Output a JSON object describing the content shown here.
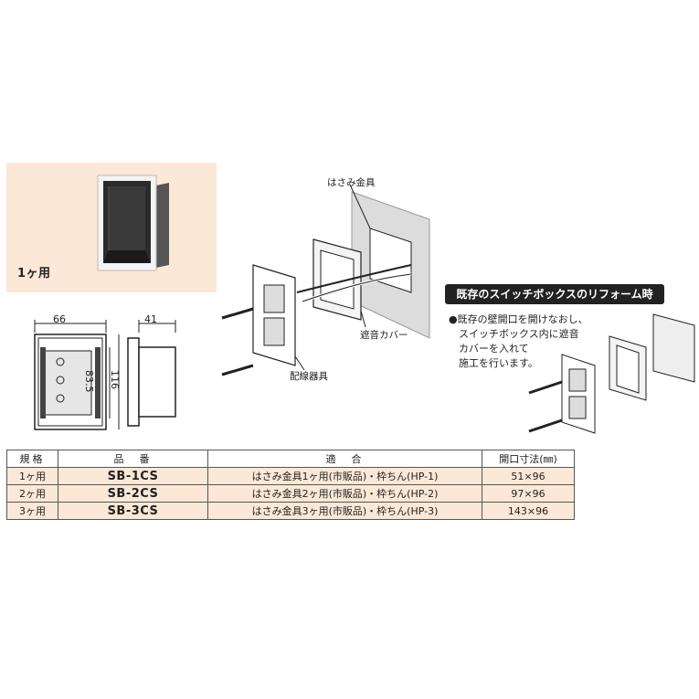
{
  "photo": {
    "label": "1ヶ用"
  },
  "dimensions": {
    "width": "66",
    "depth": "41",
    "inner_height": "83.5",
    "outer_height": "116"
  },
  "diagram": {
    "clamp_label": "はさみ金具",
    "cover_label": "遮音カバー",
    "device_label": "配線器具"
  },
  "reform": {
    "title": "既存のスイッチボックスのリフォーム時",
    "lines": [
      "●既存の壁開口を開けなおし、",
      "スイッチボックス内に遮音",
      "カバーを入れて",
      "施工を行います。"
    ]
  },
  "table": {
    "headers": [
      "規格",
      "品　番",
      "適　合",
      "開口寸法(㎜)"
    ],
    "rows": [
      {
        "spec": "1ヶ用",
        "model": "SB-1CS",
        "fit": "はさみ金具1ヶ用(市販品)・枠ちん(HP-1)",
        "opening": "51×96"
      },
      {
        "spec": "2ヶ用",
        "model": "SB-2CS",
        "fit": "はさみ金具2ヶ用(市販品)・枠ちん(HP-2)",
        "opening": "97×96"
      },
      {
        "spec": "3ヶ用",
        "model": "SB-3CS",
        "fit": "はさみ金具3ヶ用(市販品)・枠ちん(HP-3)",
        "opening": "143×96"
      }
    ]
  }
}
